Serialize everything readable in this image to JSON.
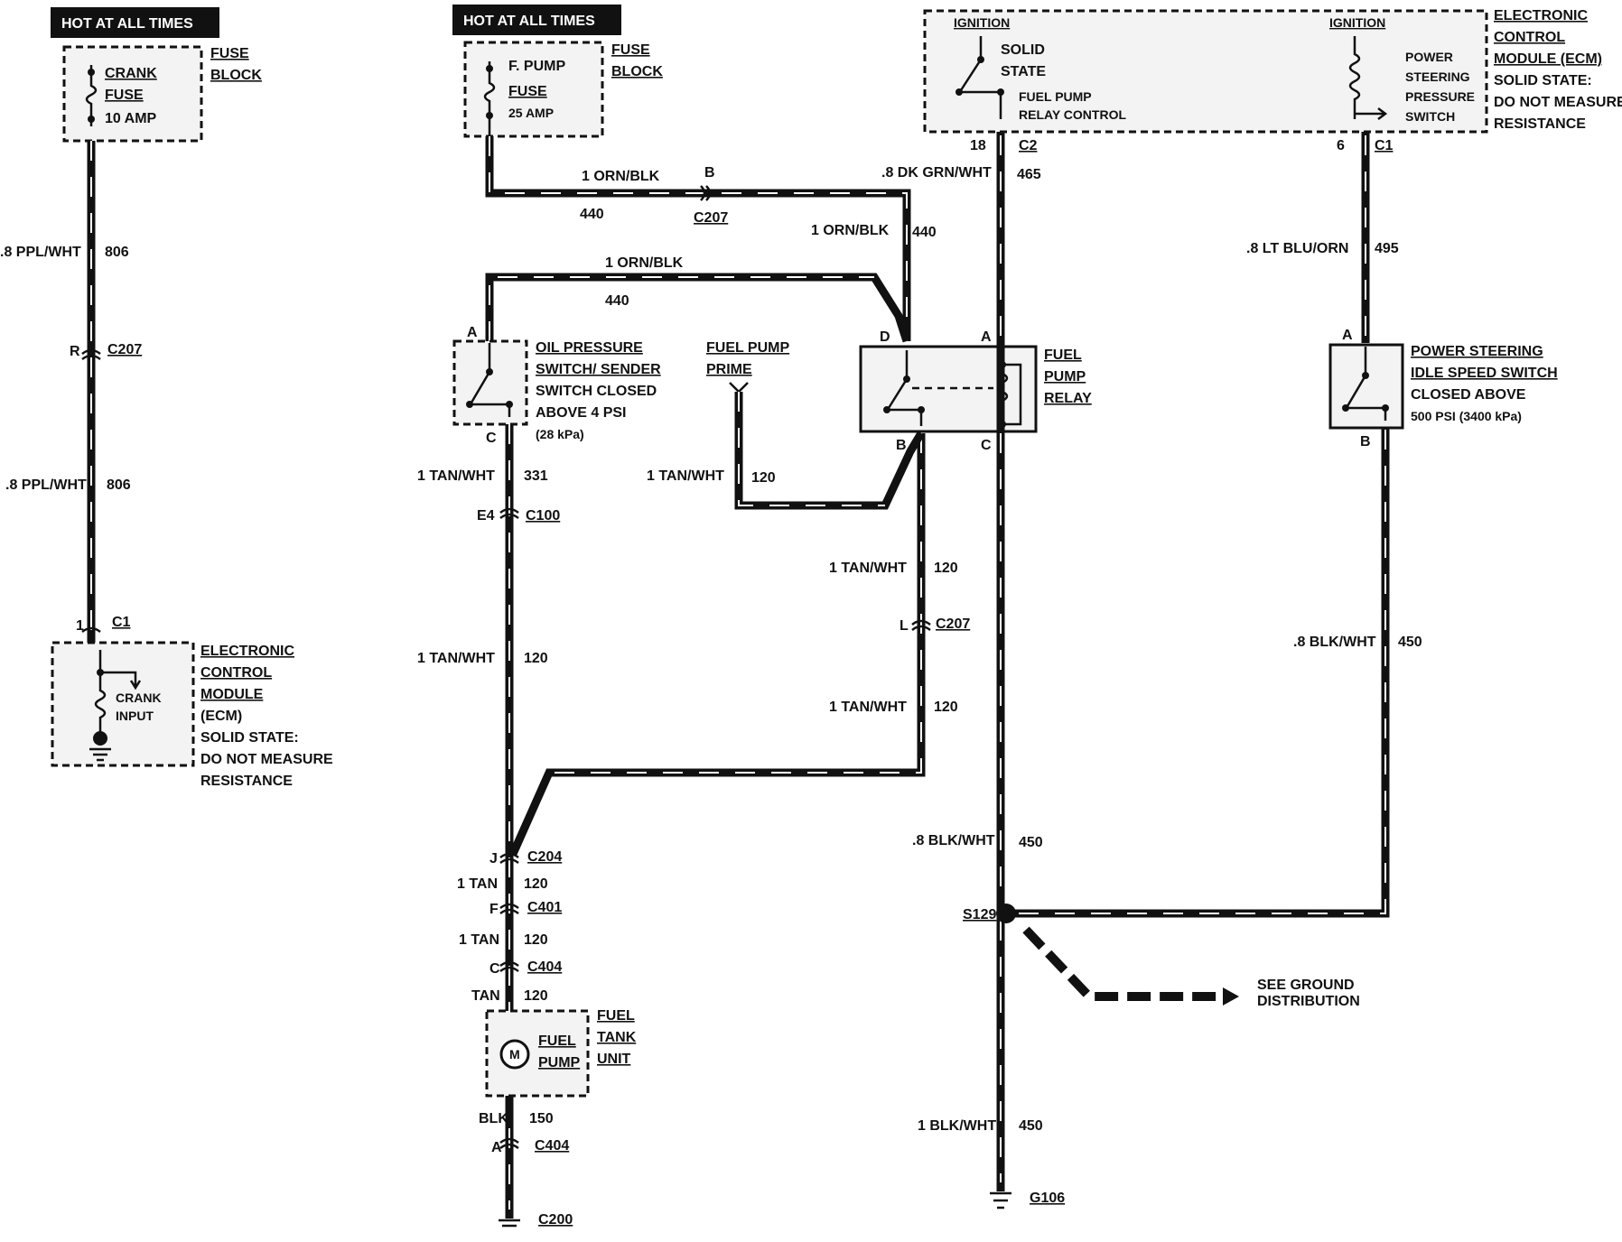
{
  "tags": {
    "hot_left": "HOT AT ALL TIMES",
    "hot_middle": "HOT AT ALL TIMES"
  },
  "fuse_block_left": {
    "block_label_1": "FUSE",
    "block_label_2": "BLOCK",
    "fuse_name_1": "CRANK",
    "fuse_name_2": "FUSE",
    "rating": "10 AMP"
  },
  "fuse_block_mid": {
    "block_label_1": "FUSE",
    "block_label_2": "BLOCK",
    "fuse_name_1": "F. PUMP",
    "fuse_name_2": "FUSE",
    "rating": "25 AMP"
  },
  "ecm_top": {
    "ignition_left": "IGNITION",
    "ignition_right": "IGNITION",
    "solid": "SOLID",
    "state": "STATE",
    "relay_ctrl_1": "FUEL PUMP",
    "relay_ctrl_2": "RELAY CONTROL",
    "ps_1": "POWER",
    "ps_2": "STEERING",
    "ps_3": "PRESSURE",
    "ps_4": "SWITCH",
    "title_1": "ELECTRONIC",
    "title_2": "CONTROL",
    "title_3": "MODULE (ECM)",
    "note_1": "SOLID STATE:",
    "note_2": "DO NOT MEASURE",
    "note_3": "RESISTANCE",
    "pin_c2": "18",
    "conn_c2": "C2",
    "pin_c1": "6",
    "conn_c1": "C1"
  },
  "ecm_left": {
    "pin": "1",
    "conn": "C1",
    "crank_1": "CRANK",
    "crank_2": "INPUT",
    "title_1": "ELECTRONIC",
    "title_2": "CONTROL",
    "title_3": "MODULE",
    "title_4": "(ECM)",
    "note_1": "SOLID STATE:",
    "note_2": "DO NOT MEASURE",
    "note_3": "RESISTANCE"
  },
  "wires": {
    "w806a_gauge": ".8 PPL/WHT",
    "w806a_circuit": "806",
    "w806b_gauge": ".8 PPL/WHT",
    "w806b_circuit": "806",
    "w440a_gauge": "1 ORN/BLK",
    "w440a_circuit": "440",
    "w440b_gauge": "1 ORN/BLK",
    "w440b_circuit": "440",
    "w440c_gauge": "1 ORN/BLK",
    "w440c_circuit": "440",
    "w465_gauge": ".8 DK GRN/WHT",
    "w465_circuit": "465",
    "w495_gauge": ".8 LT BLU/ORN",
    "w495_circuit": "495",
    "w331_gauge": "1 TAN/WHT",
    "w331_circuit": "331",
    "w120prime_gauge": "1 TAN/WHT",
    "w120prime_circuit": "120",
    "w120relay_gauge": "1 TAN/WHT",
    "w120relay_circuit": "120",
    "w120relay2_gauge": "1 TAN/WHT",
    "w120relay2_circuit": "120",
    "w120left_gauge": "1 TAN/WHT",
    "w120left_circuit": "120",
    "w450ps_gauge": ".8 BLK/WHT",
    "w450ps_circuit": "450",
    "w450relay_gauge": ".8 BLK/WHT",
    "w450relay_circuit": "450",
    "w450gnd_gauge": "1 BLK/WHT",
    "w450gnd_circuit": "450",
    "wtan1_gauge": "1 TAN",
    "wtan1_circuit": "120",
    "wtan2_gauge": "1 TAN",
    "wtan2_circuit": "120",
    "wtan3_gauge": "TAN",
    "wtan3_circuit": "120",
    "wblk_gauge": "BLK",
    "wblk_circuit": "150"
  },
  "connectors": {
    "c207_r_pin": "R",
    "c207_r_name": "C207",
    "c207_b_pin": "B",
    "c207_b_name": "C207",
    "c207_l_pin": "L",
    "c207_l_name": "C207",
    "c100_pin": "E4",
    "c100_name": "C100",
    "c204_pin": "J",
    "c204_name": "C204",
    "c401_pin": "F",
    "c401_name": "C401",
    "c404a_pin": "C",
    "c404a_name": "C404",
    "c404b_pin": "A",
    "c404b_name": "C404",
    "c200_name": "C200",
    "s129": "S129",
    "g106": "G106"
  },
  "oil_switch": {
    "pin_a": "A",
    "pin_c": "C",
    "l1": "OIL PRESSURE",
    "l2": "SWITCH/ SENDER",
    "l3": "SWITCH CLOSED",
    "l4": "ABOVE 4 PSI",
    "l5": "(28 kPa)"
  },
  "prime": {
    "l1": "FUEL PUMP",
    "l2": "PRIME"
  },
  "relay": {
    "pin_d": "D",
    "pin_a": "A",
    "pin_b": "B",
    "pin_c": "C",
    "l1": "FUEL",
    "l2": "PUMP",
    "l3": "RELAY"
  },
  "ps_switch": {
    "pin_a": "A",
    "pin_b": "B",
    "l1": "POWER STEERING",
    "l2": "IDLE SPEED SWITCH",
    "l3": "CLOSED ABOVE",
    "l4": "500 PSI (3400 kPa)"
  },
  "tank": {
    "motor": "M",
    "fp_1": "FUEL",
    "fp_2": "PUMP",
    "l1": "FUEL",
    "l2": "TANK",
    "l3": "UNIT"
  },
  "ground_dist": {
    "l1": "SEE GROUND",
    "l2": "DISTRIBUTION"
  }
}
